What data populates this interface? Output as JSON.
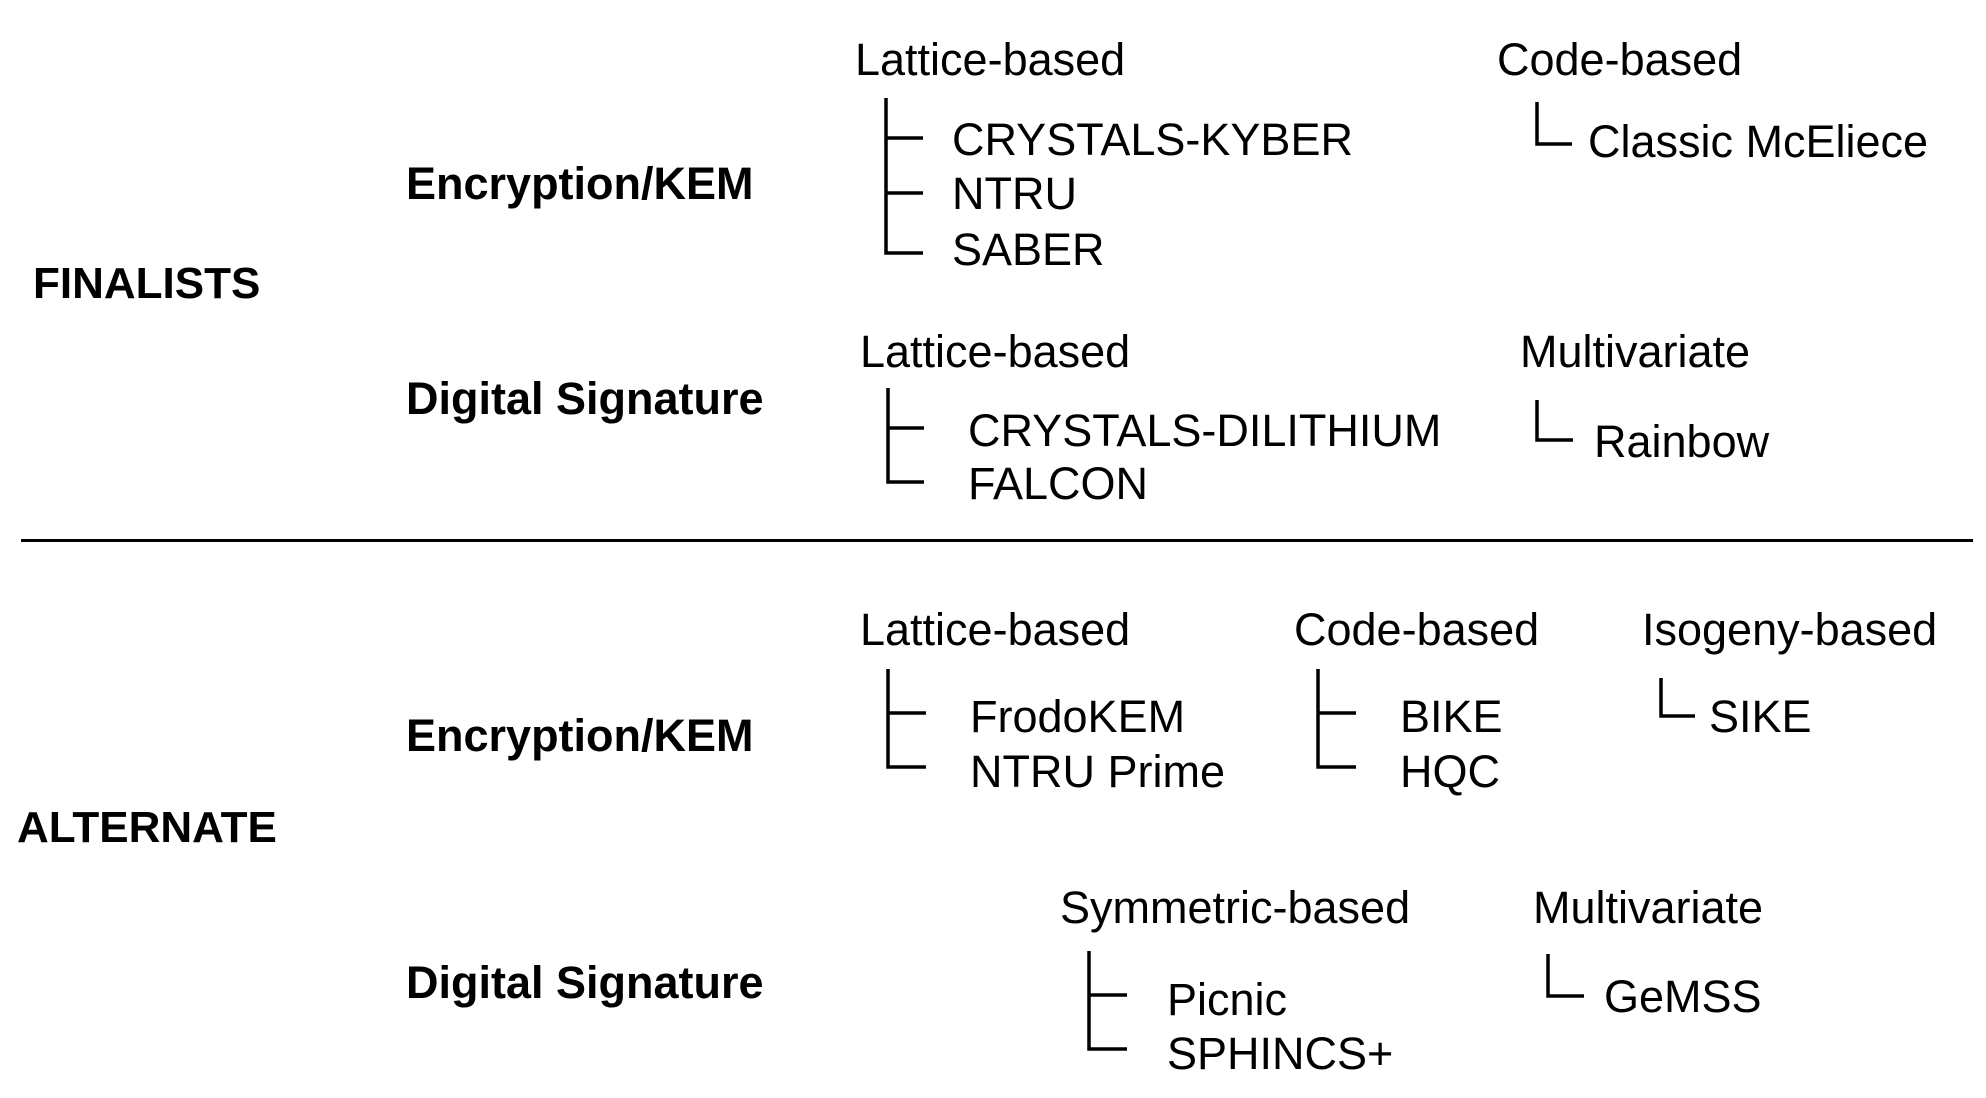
{
  "finalists": {
    "label": "FINALISTS",
    "encryption": {
      "label": "Encryption/KEM",
      "lattice": {
        "label": "Lattice-based",
        "items": [
          "CRYSTALS-KYBER",
          "NTRU",
          "SABER"
        ]
      },
      "code": {
        "label": "Code-based",
        "items": [
          "Classic McEliece"
        ]
      }
    },
    "signature": {
      "label": "Digital Signature",
      "lattice": {
        "label": "Lattice-based",
        "items": [
          "CRYSTALS-DILITHIUM",
          "FALCON"
        ]
      },
      "multivariate": {
        "label": "Multivariate",
        "items": [
          "Rainbow"
        ]
      }
    }
  },
  "alternate": {
    "label": "ALTERNATE",
    "encryption": {
      "label": "Encryption/KEM",
      "lattice": {
        "label": "Lattice-based",
        "items": [
          "FrodoKEM",
          "NTRU Prime"
        ]
      },
      "code": {
        "label": "Code-based",
        "items": [
          "BIKE",
          "HQC"
        ]
      },
      "isogeny": {
        "label": "Isogeny-based",
        "items": [
          "SIKE"
        ]
      }
    },
    "signature": {
      "label": "Digital Signature",
      "symmetric": {
        "label": "Symmetric-based",
        "items": [
          "Picnic",
          "SPHINCS+"
        ]
      },
      "multivariate": {
        "label": "Multivariate",
        "items": [
          "GeMSS"
        ]
      }
    }
  }
}
